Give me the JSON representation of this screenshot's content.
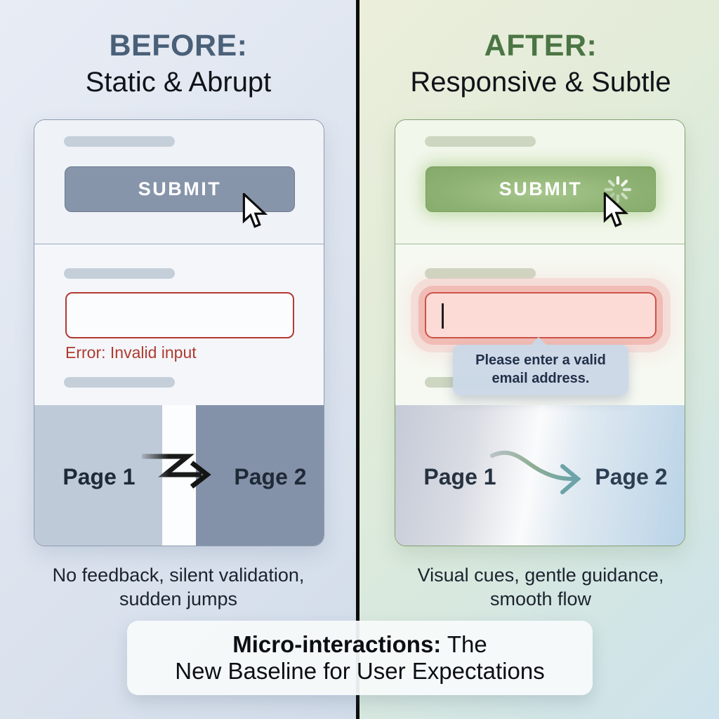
{
  "panels": {
    "before": {
      "heading": "BEFORE:",
      "subheading": "Static & Abrupt",
      "form": {
        "skeleton_lines": 3,
        "submit_label": "SUBMIT",
        "input_value": "",
        "error_text": "Error: Invalid input"
      },
      "transition": {
        "from_label": "Page 1",
        "to_label": "Page 2",
        "arrow_style": "zigzag-abrupt"
      },
      "caption_line1": "No feedback, silent validation,",
      "caption_line2": "sudden jumps",
      "accent_color": "#4a6078",
      "button_color": "#8795aa",
      "error_color": "#b03a30"
    },
    "after": {
      "heading": "AFTER:",
      "subheading": "Responsive & Subtle",
      "form": {
        "skeleton_lines": 3,
        "submit_label": "SUBMIT",
        "input_value": "",
        "tooltip_text": "Please enter a valid email address."
      },
      "transition": {
        "from_label": "Page 1",
        "to_label": "Page 2",
        "arrow_style": "smooth-curve"
      },
      "caption_line1": "Visual cues, gentle guidance,",
      "caption_line2": "smooth flow",
      "accent_color": "#4b7544",
      "button_color": "#8db273",
      "input_glow_color": "#e98f86",
      "tooltip_bg": "#cbd7e6"
    }
  },
  "banner": {
    "title_bold": "Micro-interactions:",
    "title_rest": "The",
    "line2": "New Baseline for User Expectations"
  },
  "divider_color": "#0b0b0b"
}
